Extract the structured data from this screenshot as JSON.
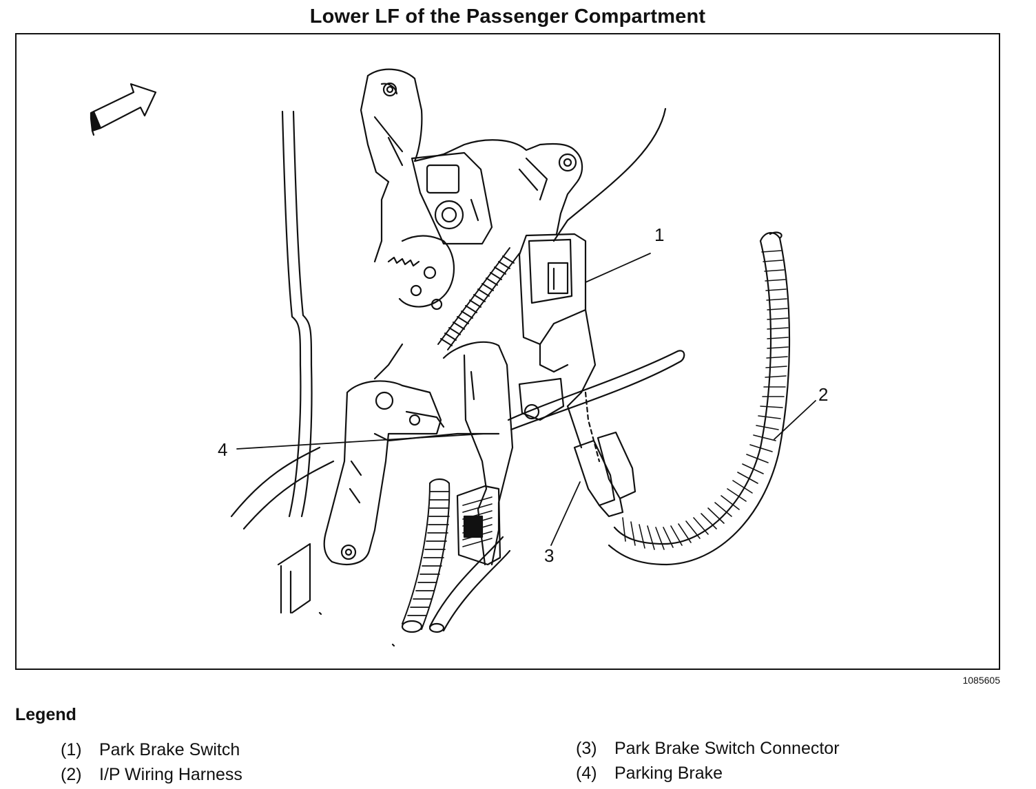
{
  "title": "Lower LF of the Passenger Compartment",
  "figure_id": "1085605",
  "legend": {
    "heading": "Legend",
    "items": [
      {
        "num": "(1)",
        "label": "Park Brake Switch"
      },
      {
        "num": "(2)",
        "label": "I/P Wiring Harness"
      },
      {
        "num": "(3)",
        "label": "Park Brake Switch Connector"
      },
      {
        "num": "(4)",
        "label": "Parking Brake"
      }
    ]
  },
  "callouts": {
    "c1": "1",
    "c2": "2",
    "c3": "3",
    "c4": "4"
  }
}
